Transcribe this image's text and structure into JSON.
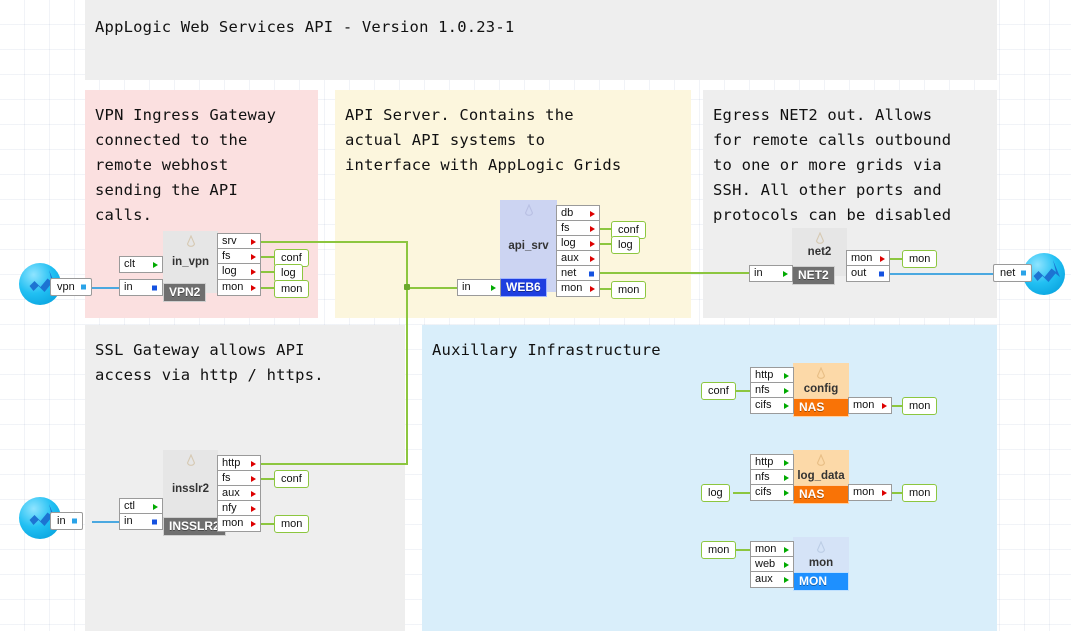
{
  "header": {
    "title": "AppLogic Web Services API - Version 1.0.23-1"
  },
  "panels": {
    "vpn": {
      "text": "VPN Ingress Gateway\nconnected to the\nremote webhost\nsending the API\ncalls.",
      "color": "#fbe0e0"
    },
    "api": {
      "text": "API Server. Contains the\nactual API systems to\ninterface with AppLogic Grids",
      "color": "#fcf6dd"
    },
    "egress": {
      "text": "Egress NET2 out. Allows\nfor remote calls outbound\nto one or more grids via\nSSH. All other ports and\nprotocols can be disabled",
      "color": "#eeeeee"
    },
    "ssl": {
      "text": "SSL Gateway allows API\naccess via http / https.",
      "color": "#eeeeee"
    },
    "aux": {
      "text": "Auxillary Infrastructure",
      "color": "#d9eefa"
    }
  },
  "components": {
    "in_vpn": {
      "name": "in_vpn",
      "tag": "VPN2",
      "tag_color": "#6f6f6f",
      "inputs": [
        "clt",
        "in"
      ],
      "outputs": [
        "srv",
        "fs",
        "log",
        "mon"
      ]
    },
    "api_srv": {
      "name": "api_srv",
      "tag": "WEB6",
      "tag_color": "#1f3fe0",
      "inputs": [
        "in"
      ],
      "outputs": [
        "db",
        "fs",
        "log",
        "aux",
        "net",
        "mon"
      ]
    },
    "net2": {
      "name": "net2",
      "tag": "NET2",
      "tag_color": "#6f6f6f",
      "inputs": [
        "in"
      ],
      "outputs": [
        "mon",
        "out"
      ]
    },
    "insslr2": {
      "name": "insslr2",
      "tag": "INSSLR2",
      "tag_color": "#6f6f6f",
      "inputs": [
        "ctl",
        "in"
      ],
      "outputs": [
        "http",
        "fs",
        "aux",
        "nfy",
        "mon"
      ]
    },
    "config": {
      "name": "config",
      "tag": "NAS",
      "tag_color": "#f97306",
      "inputs": [
        "http",
        "nfs",
        "cifs"
      ],
      "outputs": [
        "mon"
      ]
    },
    "log_data": {
      "name": "log_data",
      "tag": "NAS",
      "tag_color": "#f97306",
      "inputs": [
        "http",
        "nfs",
        "cifs"
      ],
      "outputs": [
        "mon"
      ]
    },
    "mon": {
      "name": "mon",
      "tag": "MON",
      "tag_color": "#1e90ff",
      "inputs": [
        "mon",
        "web",
        "aux"
      ],
      "outputs": []
    }
  },
  "endpoints": {
    "vpn_in": "vpn",
    "ssl_in": "in",
    "net_out": "net",
    "vpn_conf": "conf",
    "vpn_log": "log",
    "vpn_mon": "mon",
    "api_conf": "conf",
    "api_log": "log",
    "api_mon": "mon",
    "net2_mon": "mon",
    "ssl_conf": "conf",
    "ssl_mon": "mon",
    "config_conf": "conf",
    "config_mon": "mon",
    "logdata_log": "log",
    "logdata_mon": "mon",
    "mon_mon": "mon"
  },
  "colors": {
    "wire_green": "#8cc63f",
    "wire_blue": "#4aa8e0",
    "accent_nas": "#f97306",
    "accent_mon": "#1e90ff",
    "accent_web": "#1f3fe0"
  },
  "icons": {
    "network": "network-globe-icon",
    "bulb": "bulb-icon"
  }
}
